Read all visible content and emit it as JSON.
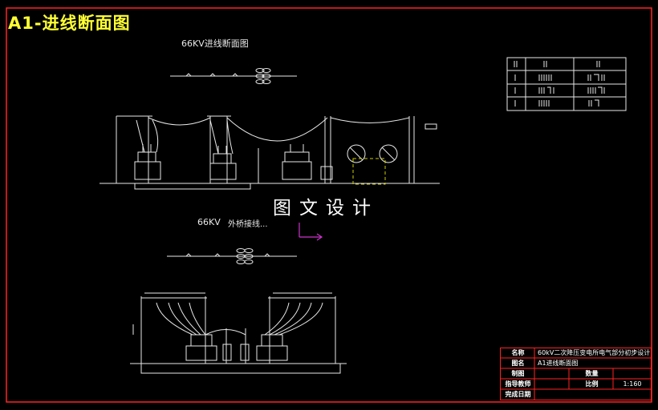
{
  "sheet": {
    "label": "A1-进线断面图"
  },
  "sections": {
    "top_title": "66KV进线断面图",
    "bottom_title_a": "66KV",
    "bottom_title_b": "外桥接线..."
  },
  "watermark": "图文设计",
  "title_block": {
    "name_key": "名称",
    "name_value": "60kV二次降压变电所电气部分初步设计",
    "drawing_key": "图名",
    "drawing_value": "A1进线断面图",
    "drafter_key": "制图",
    "quantity_key": "数量",
    "advisor_key": "指导教师",
    "scale_key": "比例",
    "scale_value": "1:160",
    "date_key": "完成日期"
  },
  "colors": {
    "frame": "#ff2222",
    "label": "#ffff33",
    "line": "#e8e8e8",
    "magenta": "#cc33cc",
    "accent_yellow": "#cccc00"
  }
}
